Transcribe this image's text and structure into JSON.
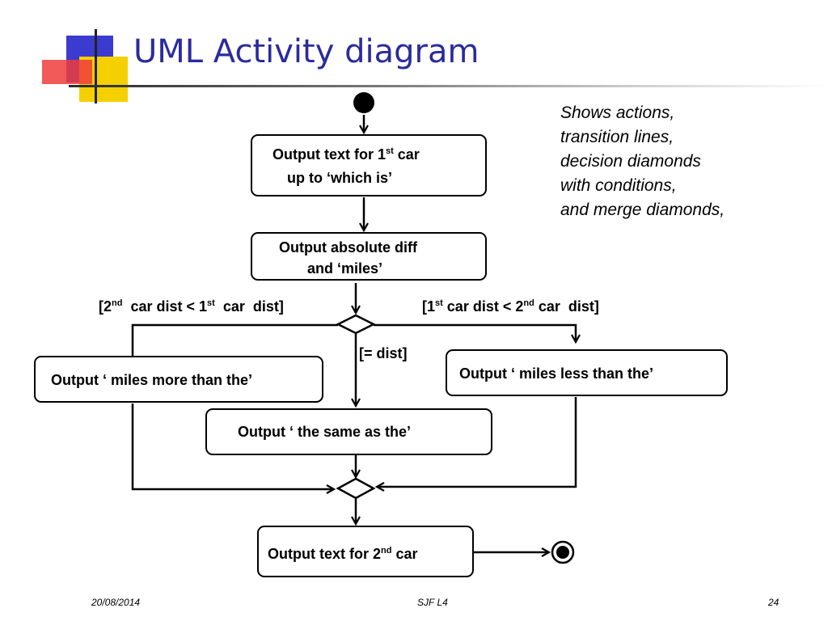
{
  "slide": {
    "title": "UML Activity diagram",
    "colors": {
      "title": "#2b2b9e",
      "logo_blue": "#3b3bd0",
      "logo_red": "#f03c3c",
      "logo_yellow": "#f5d000"
    }
  },
  "note": {
    "lines": [
      "Shows  actions,",
      "transition lines,",
      "decision diamonds",
      "with conditions,",
      "and merge diamonds,"
    ]
  },
  "activities": {
    "a1": {
      "line1_pre": "Output text for 1",
      "line1_sup": "st",
      "line1_post": " car",
      "line2": "up to ‘which is’"
    },
    "a2": {
      "line1": "Output absolute diff",
      "line2": "and ‘miles’"
    },
    "more": {
      "label": "Output ‘ miles more than the’"
    },
    "less": {
      "label": "Output ‘ miles less than the’"
    },
    "same": {
      "label": "Output ‘ the same as the’"
    },
    "final": {
      "pre": "Output text for 2",
      "sup": "nd",
      "post": " car"
    }
  },
  "guards": {
    "left": {
      "p1": "[2",
      "s1": "nd",
      "p2": "  car dist < 1",
      "s2": "st",
      "p3": "  car  dist]"
    },
    "right": {
      "p1": "[1",
      "s1": "st",
      "p2": " car dist < 2",
      "s2": "nd",
      "p3": " car  dist]"
    },
    "equal": "[= dist]"
  },
  "footer": {
    "date": "20/08/2014",
    "center": "SJF L4",
    "page": "24"
  }
}
